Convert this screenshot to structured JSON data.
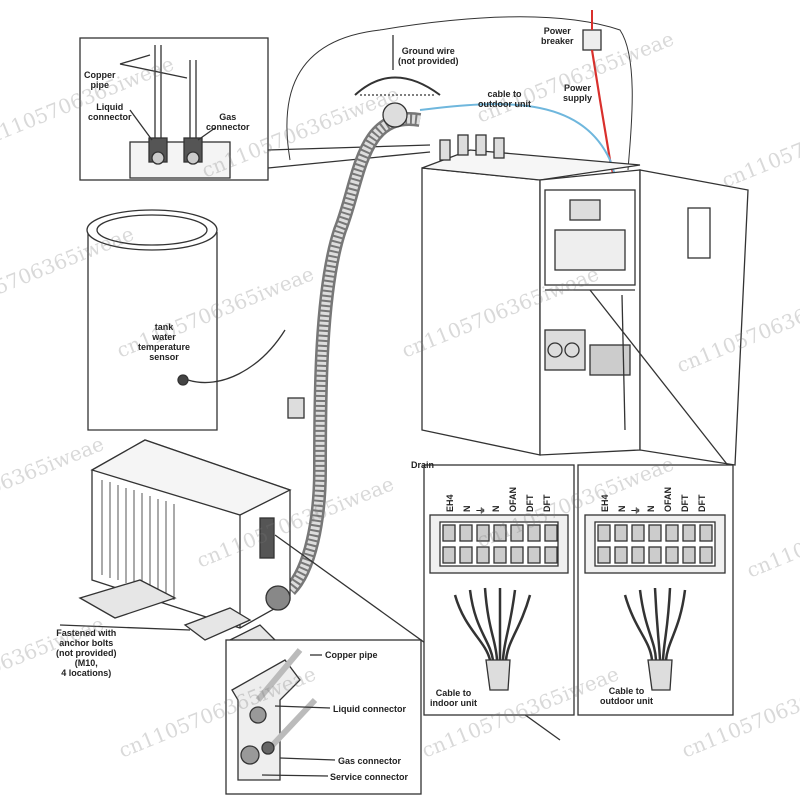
{
  "labels": {
    "copper_pipe_top": "Copper\npipe",
    "liquid_connector_top": "Liquid\nconnector",
    "gas_connector_top": "Gas\nconnector",
    "ground_wire": "Ground wire\n(not provided)",
    "power_breaker": "Power\nbreaker",
    "power_supply": "Power\nsupply",
    "cable_to_outdoor_unit_top": "cable to\noutdoor unit",
    "tank_sensor": "tank\nwater\ntemperature\nsensor",
    "drain": "Drain",
    "anchor_bolts": "Fastened with\nanchor bolts\n(not provided)\n(M10,\n4 locations)",
    "copper_pipe_bottom": "Copper pipe",
    "liquid_connector_bottom": "Liquid connector",
    "gas_connector_bottom": "Gas connector",
    "service_connector": "Service connector",
    "cable_to_indoor_unit": "Cable to\nindoor unit",
    "cable_to_outdoor_unit_bottom": "Cable to\noutdoor unit"
  },
  "terminal_blocks": {
    "indoor": [
      "EH4",
      "N",
      "⏚",
      "N",
      "OFAN",
      "DFT",
      "DFT"
    ],
    "outdoor": [
      "EH4",
      "N",
      "⏚",
      "N",
      "OFAN",
      "DFT",
      "DFT"
    ]
  },
  "watermark": "cn1105706365iweae",
  "colors": {
    "line": "#333333",
    "power_cable": "#d9302c",
    "signal_cable": "#6fb7dd"
  }
}
